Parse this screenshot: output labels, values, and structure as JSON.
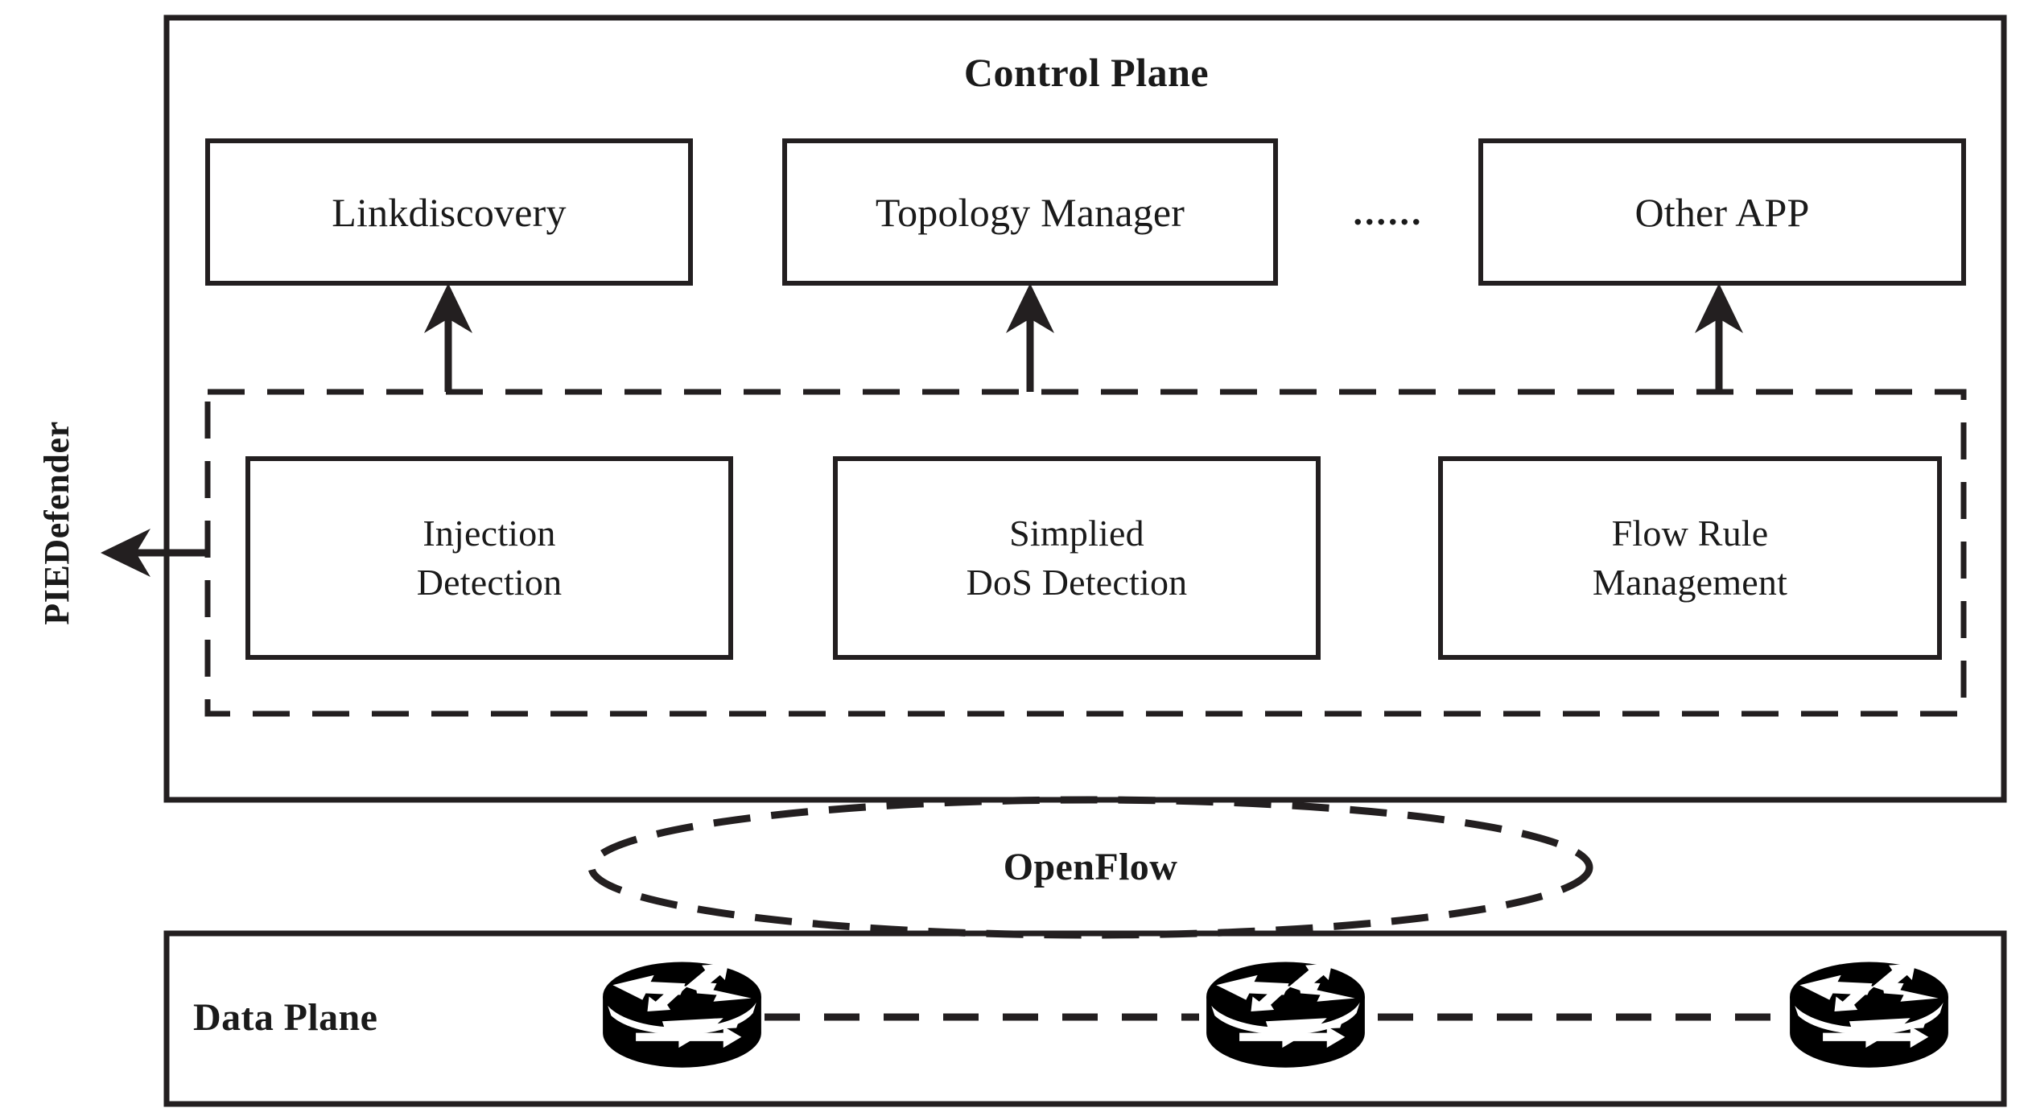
{
  "figure": {
    "title": "PIEDefender architecture over an SDN control plane and data plane",
    "stroke_color": "#231f20",
    "fill_color": "#ffffff"
  },
  "side_label": {
    "text": "PIEDefender",
    "orientation": "vertical-rotated-90ccw"
  },
  "control_plane": {
    "title": "Control Plane",
    "apps": [
      {
        "label": "Linkdiscovery",
        "name": "linkdiscovery"
      },
      {
        "label": "Topology Manager",
        "name": "topology-manager"
      },
      {
        "label": "Other APP",
        "name": "other-app"
      }
    ],
    "ellipsis": "......"
  },
  "piedefender": {
    "modules": [
      {
        "line1": "Injection",
        "line2": "Detection",
        "name": "injection-detection"
      },
      {
        "line1": "Simplied",
        "line2": "DoS Detection",
        "name": "simplied-dos-detection"
      },
      {
        "line1": "Flow Rule",
        "line2": "Management",
        "name": "flow-rule-management"
      }
    ]
  },
  "southbound": {
    "protocol": "OpenFlow"
  },
  "data_plane": {
    "title": "Data Plane",
    "devices": [
      {
        "name": "router-1",
        "icon": "router-icon"
      },
      {
        "name": "router-2",
        "icon": "router-icon"
      },
      {
        "name": "router-3",
        "icon": "router-icon"
      }
    ],
    "link_style": "dashed"
  }
}
